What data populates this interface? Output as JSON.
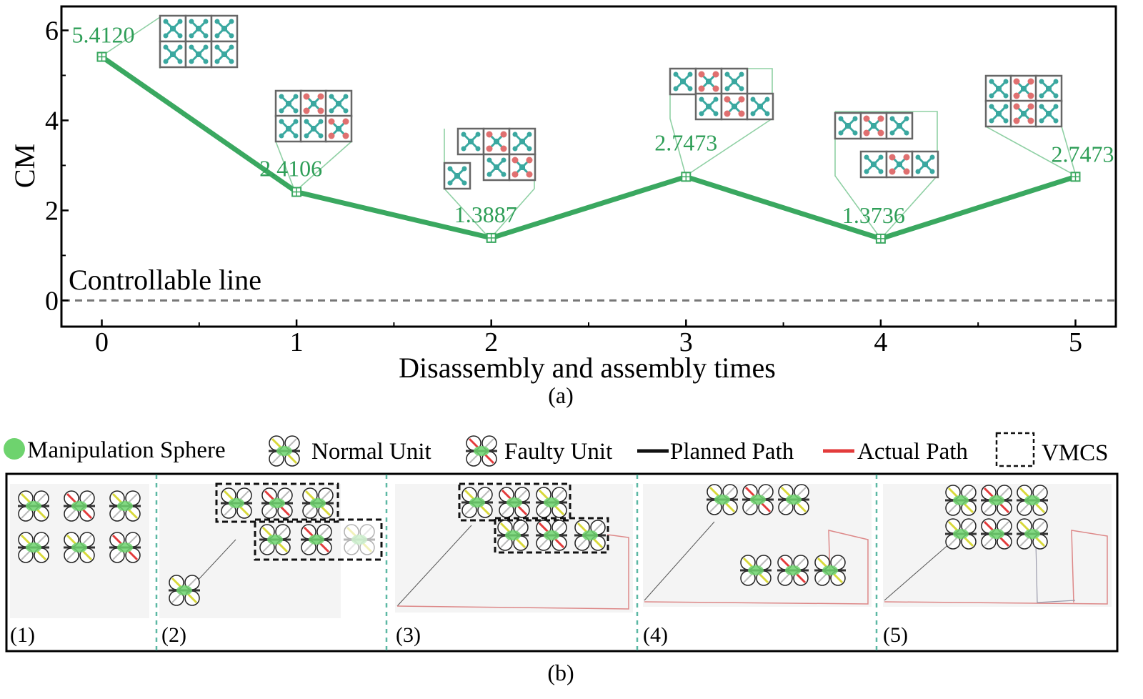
{
  "chart_data": {
    "type": "line",
    "xlabel": "Disassembly and assembly times",
    "ylabel": "CM",
    "x": [
      0,
      1,
      2,
      3,
      4,
      5
    ],
    "y": [
      5.412,
      2.4106,
      1.3887,
      2.7473,
      1.3736,
      2.7473
    ],
    "value_labels": [
      "5.4120",
      "2.4106",
      "1.3887",
      "2.7473",
      "1.3736",
      "2.7473"
    ],
    "xticks": [
      "0",
      "1",
      "2",
      "3",
      "4",
      "5"
    ],
    "yticks": [
      "0",
      "2",
      "4",
      "6"
    ],
    "xlim": [
      -0.2,
      5.2
    ],
    "ylim": [
      -0.55,
      6.5
    ],
    "reference_line": {
      "y": 0,
      "label": "Controllable line",
      "style": "dashed"
    },
    "line_color": "#3aa860",
    "grid": false,
    "caption": "(a)"
  },
  "panel_b": {
    "caption": "(b)",
    "legend": [
      {
        "key": "sphere",
        "label": "Manipulation Sphere",
        "color": "#6ed36e"
      },
      {
        "key": "normal",
        "label": "Normal Unit",
        "color": "#e6e63c"
      },
      {
        "key": "faulty",
        "label": "Faulty Unit",
        "color": "#e33b3b"
      },
      {
        "key": "planned",
        "label": "Planned Path",
        "color": "#111111"
      },
      {
        "key": "actual",
        "label": "Actual Path",
        "color": "#e33b3b"
      },
      {
        "key": "vmcs",
        "label": "VMCS",
        "color": "#111111"
      }
    ],
    "snapshots": [
      "(1)",
      "(2)",
      "(3)",
      "(4)",
      "(5)"
    ],
    "divider_color": "#5cb8a4"
  },
  "colors": {
    "normal_cell_drone": "#3aa8a0",
    "faulty_cell_drone": "#e07070"
  }
}
